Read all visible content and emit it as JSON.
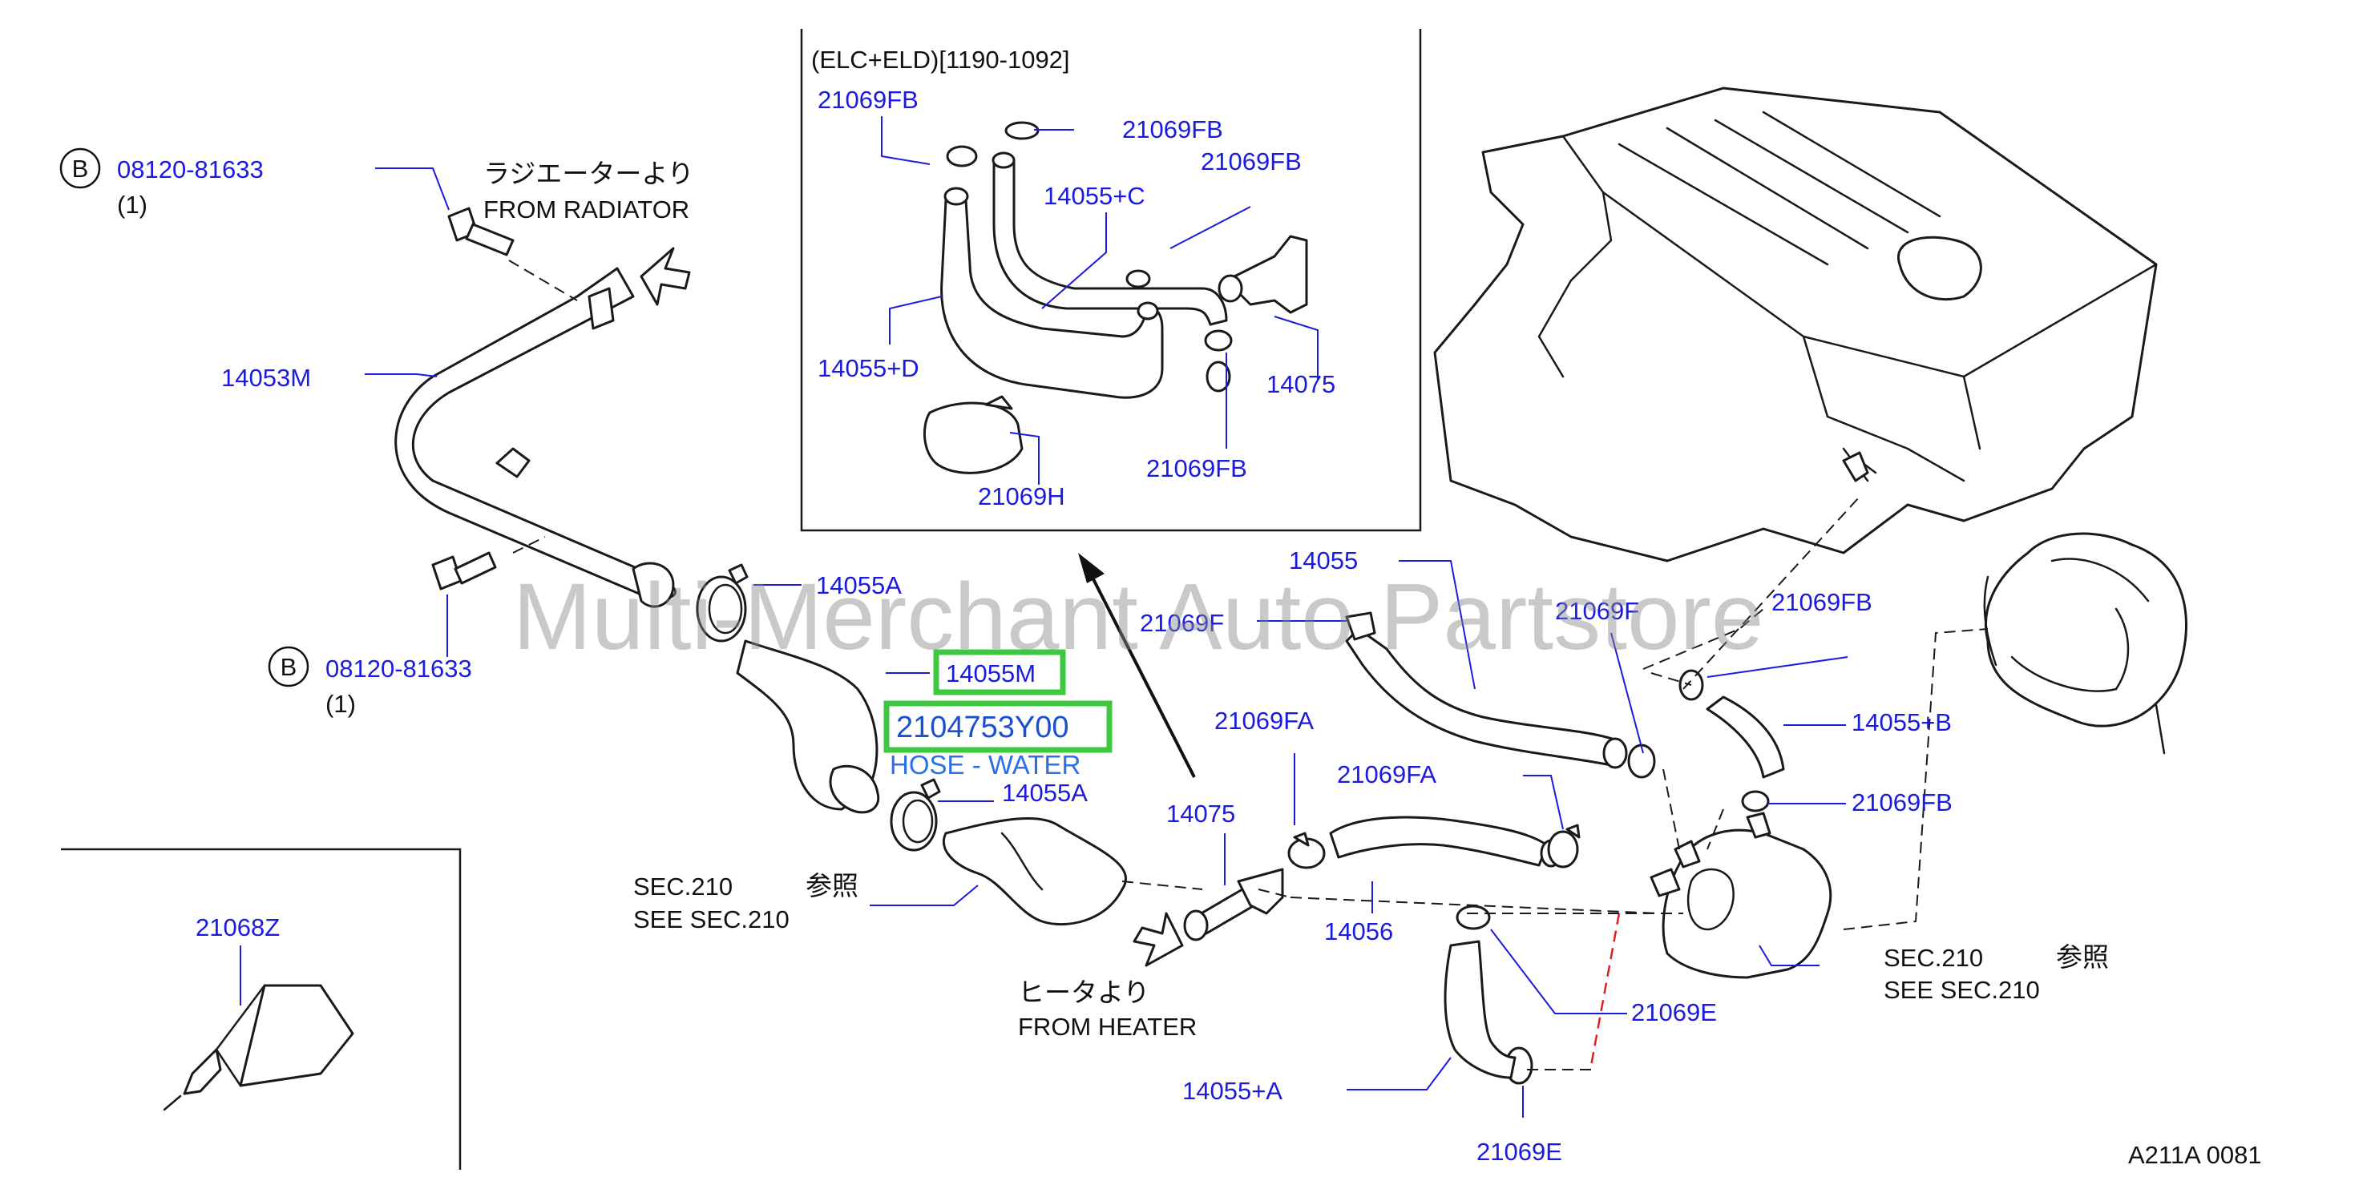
{
  "inset": {
    "title": "(ELC+ELD)[1190-1092]",
    "labels": [
      "21069FB",
      "21069FB",
      "21069FB",
      "14055+C",
      "14055+D",
      "14075",
      "21069H",
      "21069FB"
    ]
  },
  "bolts": [
    {
      "badge": "B",
      "part": "08120-81633",
      "qty": "(1)"
    },
    {
      "badge": "B",
      "part": "08120-81633",
      "qty": "(1)"
    }
  ],
  "radiator": {
    "jp": "ラジエーターより",
    "en": "FROM  RADIATOR"
  },
  "heater": {
    "jp": "ヒータより",
    "en": "FROM  HEATER"
  },
  "sec_refs": [
    {
      "en": "SEC.210",
      "jp": "参照",
      "see": "SEE  SEC.210"
    },
    {
      "en": "SEC.210",
      "jp": "参照",
      "see": "SEE  SEC.210"
    }
  ],
  "highlight": {
    "part": "14055M",
    "number": "2104753Y00",
    "description": "HOSE - WATER"
  },
  "labels": {
    "p14053M": "14053M",
    "p14055A_top": "14055A",
    "p14055A_bot": "14055A",
    "p21068Z": "21068Z",
    "p14075": "14075",
    "p14055": "14055",
    "p21069F_left": "21069F",
    "p21069F_right": "21069F",
    "p21069FA_top": "21069FA",
    "p21069FA_mid": "21069FA",
    "p21069FB_right": "21069FB",
    "p14055B": "14055+B",
    "p21069FB_low": "21069FB",
    "p14056": "14056",
    "p21069E_mid": "21069E",
    "p14055Aplus": "14055+A",
    "p21069E_bot": "21069E"
  },
  "watermark": "Multi-Merchant Auto Partstore",
  "diagram_code": "A211A  0081"
}
